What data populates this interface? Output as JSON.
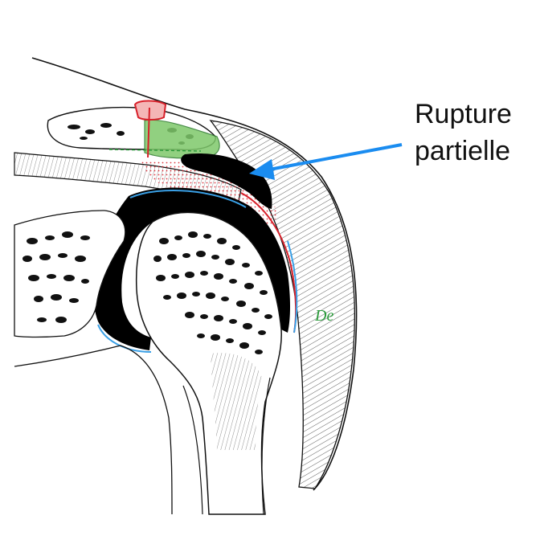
{
  "annotation": {
    "line1": "Rupture",
    "line2": "partielle",
    "arrow_color": "#1a8cf0"
  },
  "muscle_label": {
    "text": "De",
    "color": "#2a9a3a"
  },
  "colors": {
    "ink": "#111111",
    "tendon_red": "#d8202a",
    "cartilage_blue": "#3aa0e6",
    "ligament_green": "#7ec86a"
  }
}
